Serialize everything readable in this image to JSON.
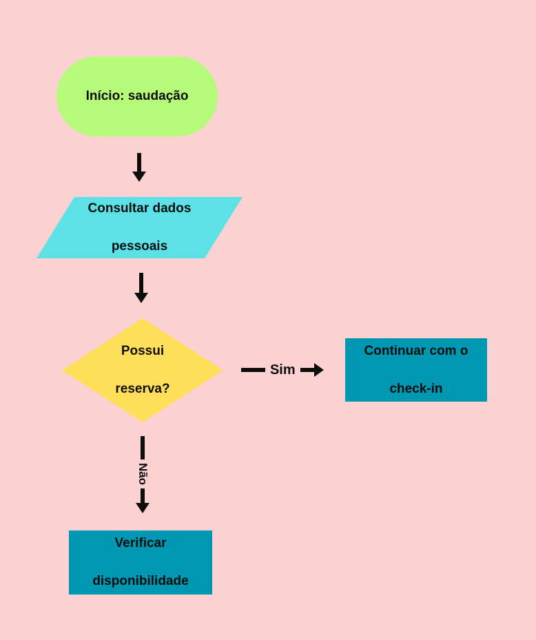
{
  "colors": {
    "background": "#fcd1d1",
    "terminator_green": "#b5fa78",
    "io_cyan": "#5ce1e6",
    "decision_yellow": "#ffde59",
    "process_teal": "#0097b2",
    "ink_black": "#0d0d0d"
  },
  "nodes": {
    "start": {
      "label": "Início: saudação"
    },
    "consult": {
      "line1": "Consultar dados",
      "line2": "pessoais"
    },
    "decision": {
      "line1": "Possui",
      "line2": "reserva?"
    },
    "checkin": {
      "line1": "Continuar com o",
      "line2": "check-in"
    },
    "verify": {
      "line1": "Verificar",
      "line2": "disponibilidade"
    }
  },
  "edges": {
    "yes": {
      "label": "Sim"
    },
    "no": {
      "label": "Não"
    }
  }
}
